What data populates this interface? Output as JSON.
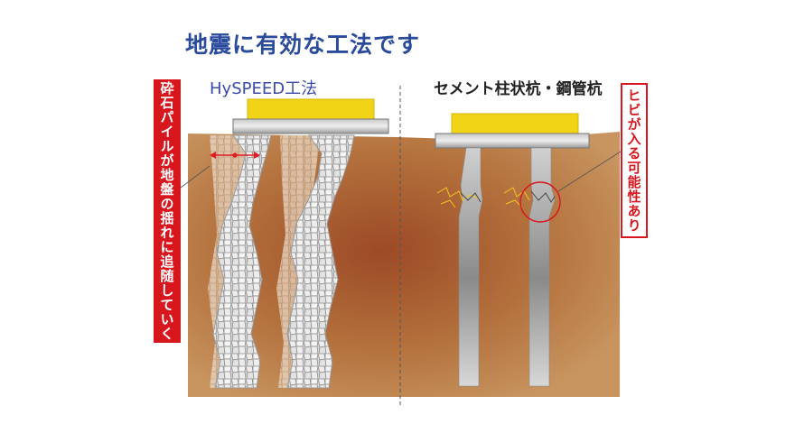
{
  "title": "地震に有効な工法です",
  "left_method": {
    "label": "HySPEED工法"
  },
  "right_method": {
    "label": "セメント柱状杭・鋼管杭"
  },
  "left_callout": {
    "text": "砕石パイルが地盤の揺れに追随していく"
  },
  "right_callout": {
    "text": "ヒビが入る可能性あり"
  },
  "colors": {
    "title": "#2a4a9c",
    "callout_red": "#d8161e",
    "soil": "#b8834f",
    "footing": "#f2d416",
    "pile_steel": "#9a9a9a"
  }
}
